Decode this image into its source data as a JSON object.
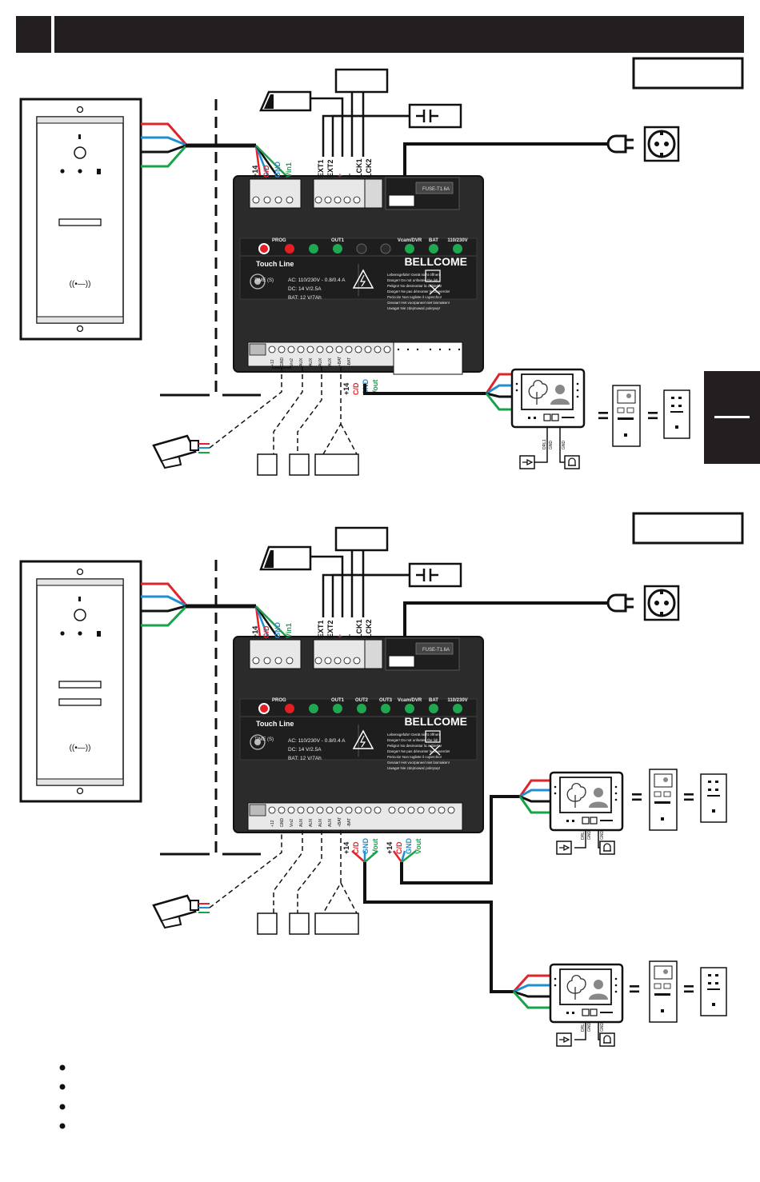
{
  "colors": {
    "header_bg": "#231f20",
    "wire_red": "#e0242b",
    "wire_blue": "#1f8fd0",
    "wire_green": "#17a34a",
    "wire_black": "#111111",
    "led_red": "#e31e24",
    "led_green": "#1fa84f",
    "module_body": "#2b2b2b",
    "side_tab": "#231f20"
  },
  "module": {
    "brand": "BELLCOME",
    "series": "Touch Line",
    "prog_label": "PROG",
    "time_label": "TIME (S)",
    "spec_ac": "AC: 110/230V - 0.8/0.4 A",
    "spec_dc": "DC: 14 V/2.5A",
    "spec_bat": "BAT: 12 V/7Ah",
    "fuse_label": "FUSE-T1.6A",
    "warnings": [
      "Lebensgefahr! Gerät nicht öffnen!",
      "Danger! Do not unfasten the lid!",
      "Peligro! No desmontar la cubierta!",
      "Danger! Ne pas démonter le couvercle!",
      "Pericolo! Non togliete il coperchio!",
      "Gevaar! Het voorpaneel niet losmaken!",
      "Uwaga! Nie zdejmować pokrywy!"
    ],
    "top_terminals": [
      "+14",
      "C/D",
      "GND",
      "Vin1"
    ],
    "lock_terminals": [
      "EXT1",
      "EXT2",
      "+",
      "−",
      "LCK1",
      "LCK2"
    ],
    "bottom_terminals": [
      "+12",
      "GND",
      "Vin2",
      "AUX",
      "AUX",
      "AUX",
      "AUX",
      "+BAT",
      "-BAT",
      "+14",
      "C/D",
      "GND",
      "Vout"
    ],
    "monitor_terminals": [
      "+14",
      "C/D",
      "GND",
      "Vout"
    ]
  },
  "diagram1": {
    "leds": [
      "OUT1",
      "Vcam/DVR",
      "BAT",
      "110/230V"
    ]
  },
  "diagram2": {
    "leds": [
      "OUT1",
      "OUT2",
      "OUT3",
      "Vcam/DVR",
      "BAT",
      "110/230V"
    ]
  },
  "monitor_labels": [
    "DRL1",
    "GND",
    "GND"
  ]
}
